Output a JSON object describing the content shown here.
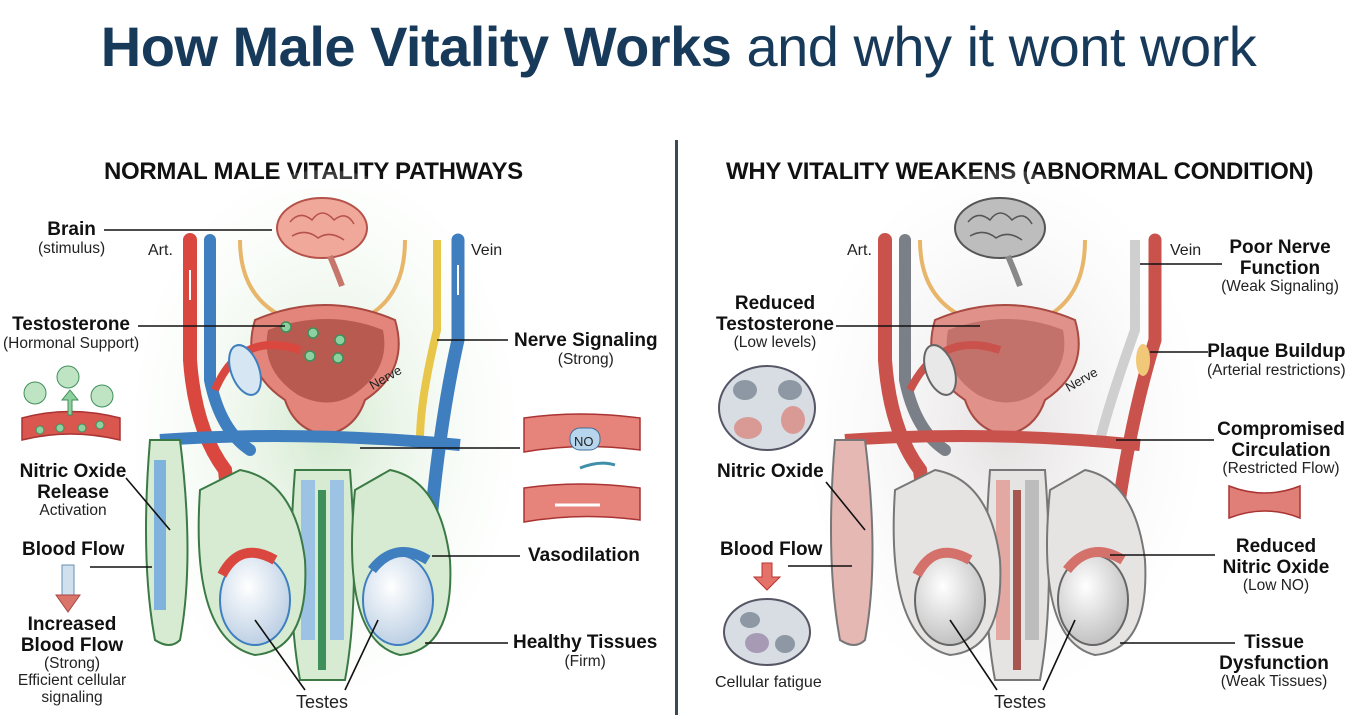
{
  "title": {
    "bold": "How Male Vitality Works",
    "regular": "and why it wont work",
    "color": "#173a5a"
  },
  "left_panel": {
    "heading": "NORMAL MALE VITALITY PATHWAYS",
    "vessel_labels": {
      "artery": "Art.",
      "vein": "Vein",
      "nerve": "Nerve",
      "testes": "Testes",
      "no_badge": "NO"
    },
    "labels": [
      {
        "title": "Brain",
        "sub": "(stimulus)"
      },
      {
        "title": "Testosterone",
        "sub": "(Hormonal Support)"
      },
      {
        "title": "Nitric Oxide Release",
        "sub": "Activation"
      },
      {
        "title": "Blood Flow",
        "sub": ""
      },
      {
        "title": "Increased Blood Flow",
        "sub": "(Strong)",
        "sub2": "Efficient cellular signaling"
      },
      {
        "title": "Nerve Signaling",
        "sub": "(Strong)"
      },
      {
        "title": "Vasodilation",
        "sub": ""
      },
      {
        "title": "Healthy Tissues",
        "sub": "(Firm)"
      }
    ],
    "colors": {
      "artery": "#d9473f",
      "vein": "#3f7fbf",
      "nerve": "#e8c64a",
      "tissue": "#d6ebd2"
    }
  },
  "right_panel": {
    "heading": "WHY VITALITY WEAKENS (ABNORMAL CONDITION)",
    "vessel_labels": {
      "artery": "Art.",
      "vein": "Vein",
      "nerve": "Nerve",
      "testes": "Testes"
    },
    "labels": [
      {
        "title": "Reduced Testosterone",
        "sub": "(Low levels)"
      },
      {
        "title": "Nitric Oxide",
        "sub": ""
      },
      {
        "title": "Blood Flow",
        "sub": ""
      },
      {
        "title": "Cellular fatigue",
        "sub": ""
      },
      {
        "title": "Poor Nerve Function",
        "sub": "(Weak Signaling)"
      },
      {
        "title": "Plaque Buildup",
        "sub": "(Arterial restrictions)"
      },
      {
        "title": "Compromised Circulation",
        "sub": "(Restricted Flow)"
      },
      {
        "title": "Reduced Nitric Oxide",
        "sub": "(Low NO)"
      },
      {
        "title": "Tissue Dysfunction",
        "sub": "(Weak Tissues)"
      }
    ],
    "colors": {
      "artery": "#c9534c",
      "vein": "#7b8088",
      "nerve": "#cfcfcf",
      "tissue": "#e6e3e3"
    }
  }
}
